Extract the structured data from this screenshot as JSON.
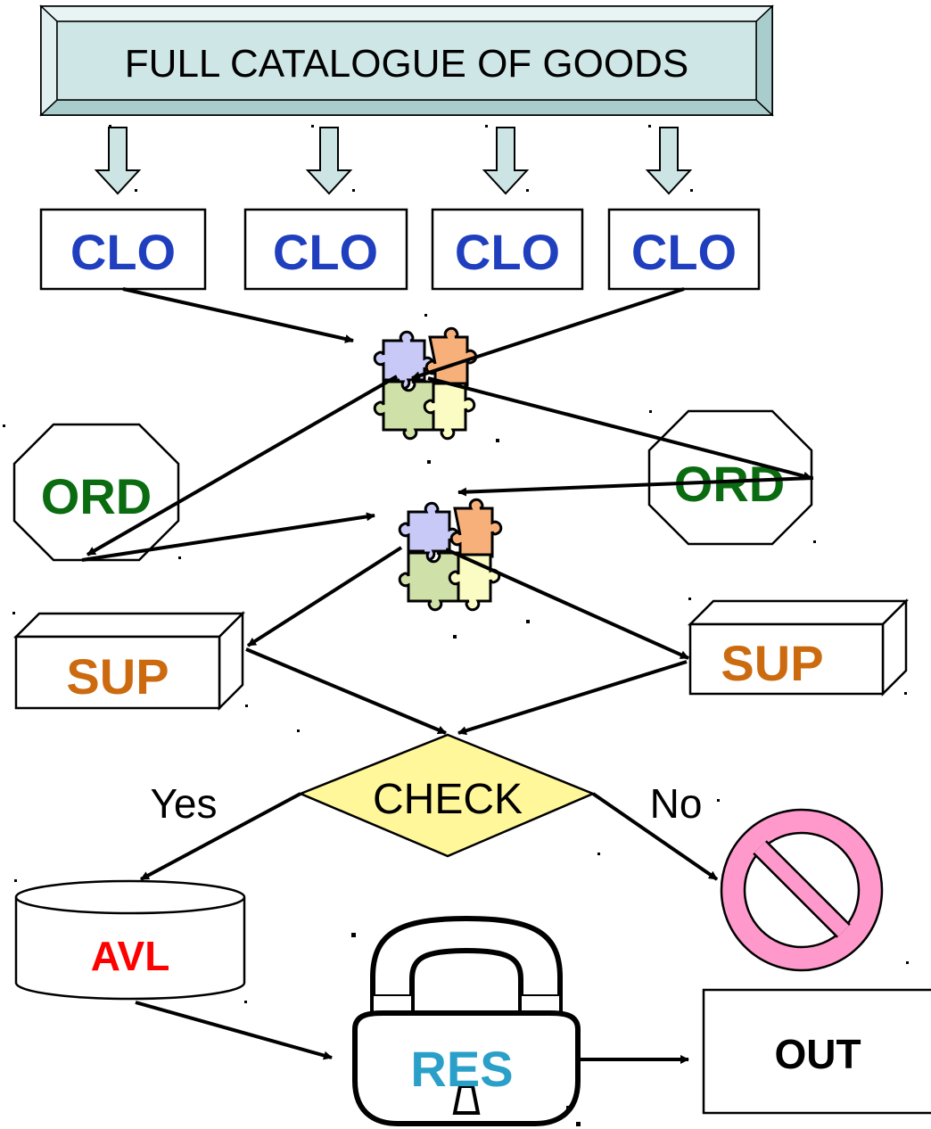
{
  "header": {
    "title": "FULL CATALOGUE OF GOODS"
  },
  "clo_boxes": [
    {
      "label": "CLO"
    },
    {
      "label": "CLO"
    },
    {
      "label": "CLO"
    },
    {
      "label": "CLO"
    }
  ],
  "ord_nodes": [
    {
      "label": "ORD"
    },
    {
      "label": "ORD"
    }
  ],
  "sup_nodes": [
    {
      "label": "SUP"
    },
    {
      "label": "SUP"
    }
  ],
  "decision": {
    "label": "CHECK",
    "yes_label": "Yes",
    "no_label": "No"
  },
  "avl": {
    "label": "AVL"
  },
  "res": {
    "label": "RES"
  },
  "out": {
    "label": "OUT"
  },
  "colors": {
    "header_fill": "#cfe6e6",
    "clo_text": "#1f3fbf",
    "ord_text": "#0a6b10",
    "sup_text": "#cc6a10",
    "check_fill": "#fff799",
    "avl_text": "#ff0000",
    "res_text": "#2aa0c8",
    "no_sign_fill": "#ff99cc",
    "no_sign_stroke": "#d6006e",
    "arrow_fill": "#cce4e4",
    "puzzle_blue": "#c9c9f7",
    "puzzle_orange": "#f7b07a",
    "puzzle_green": "#cfe0a8",
    "puzzle_yellow": "#fbfbc4"
  }
}
